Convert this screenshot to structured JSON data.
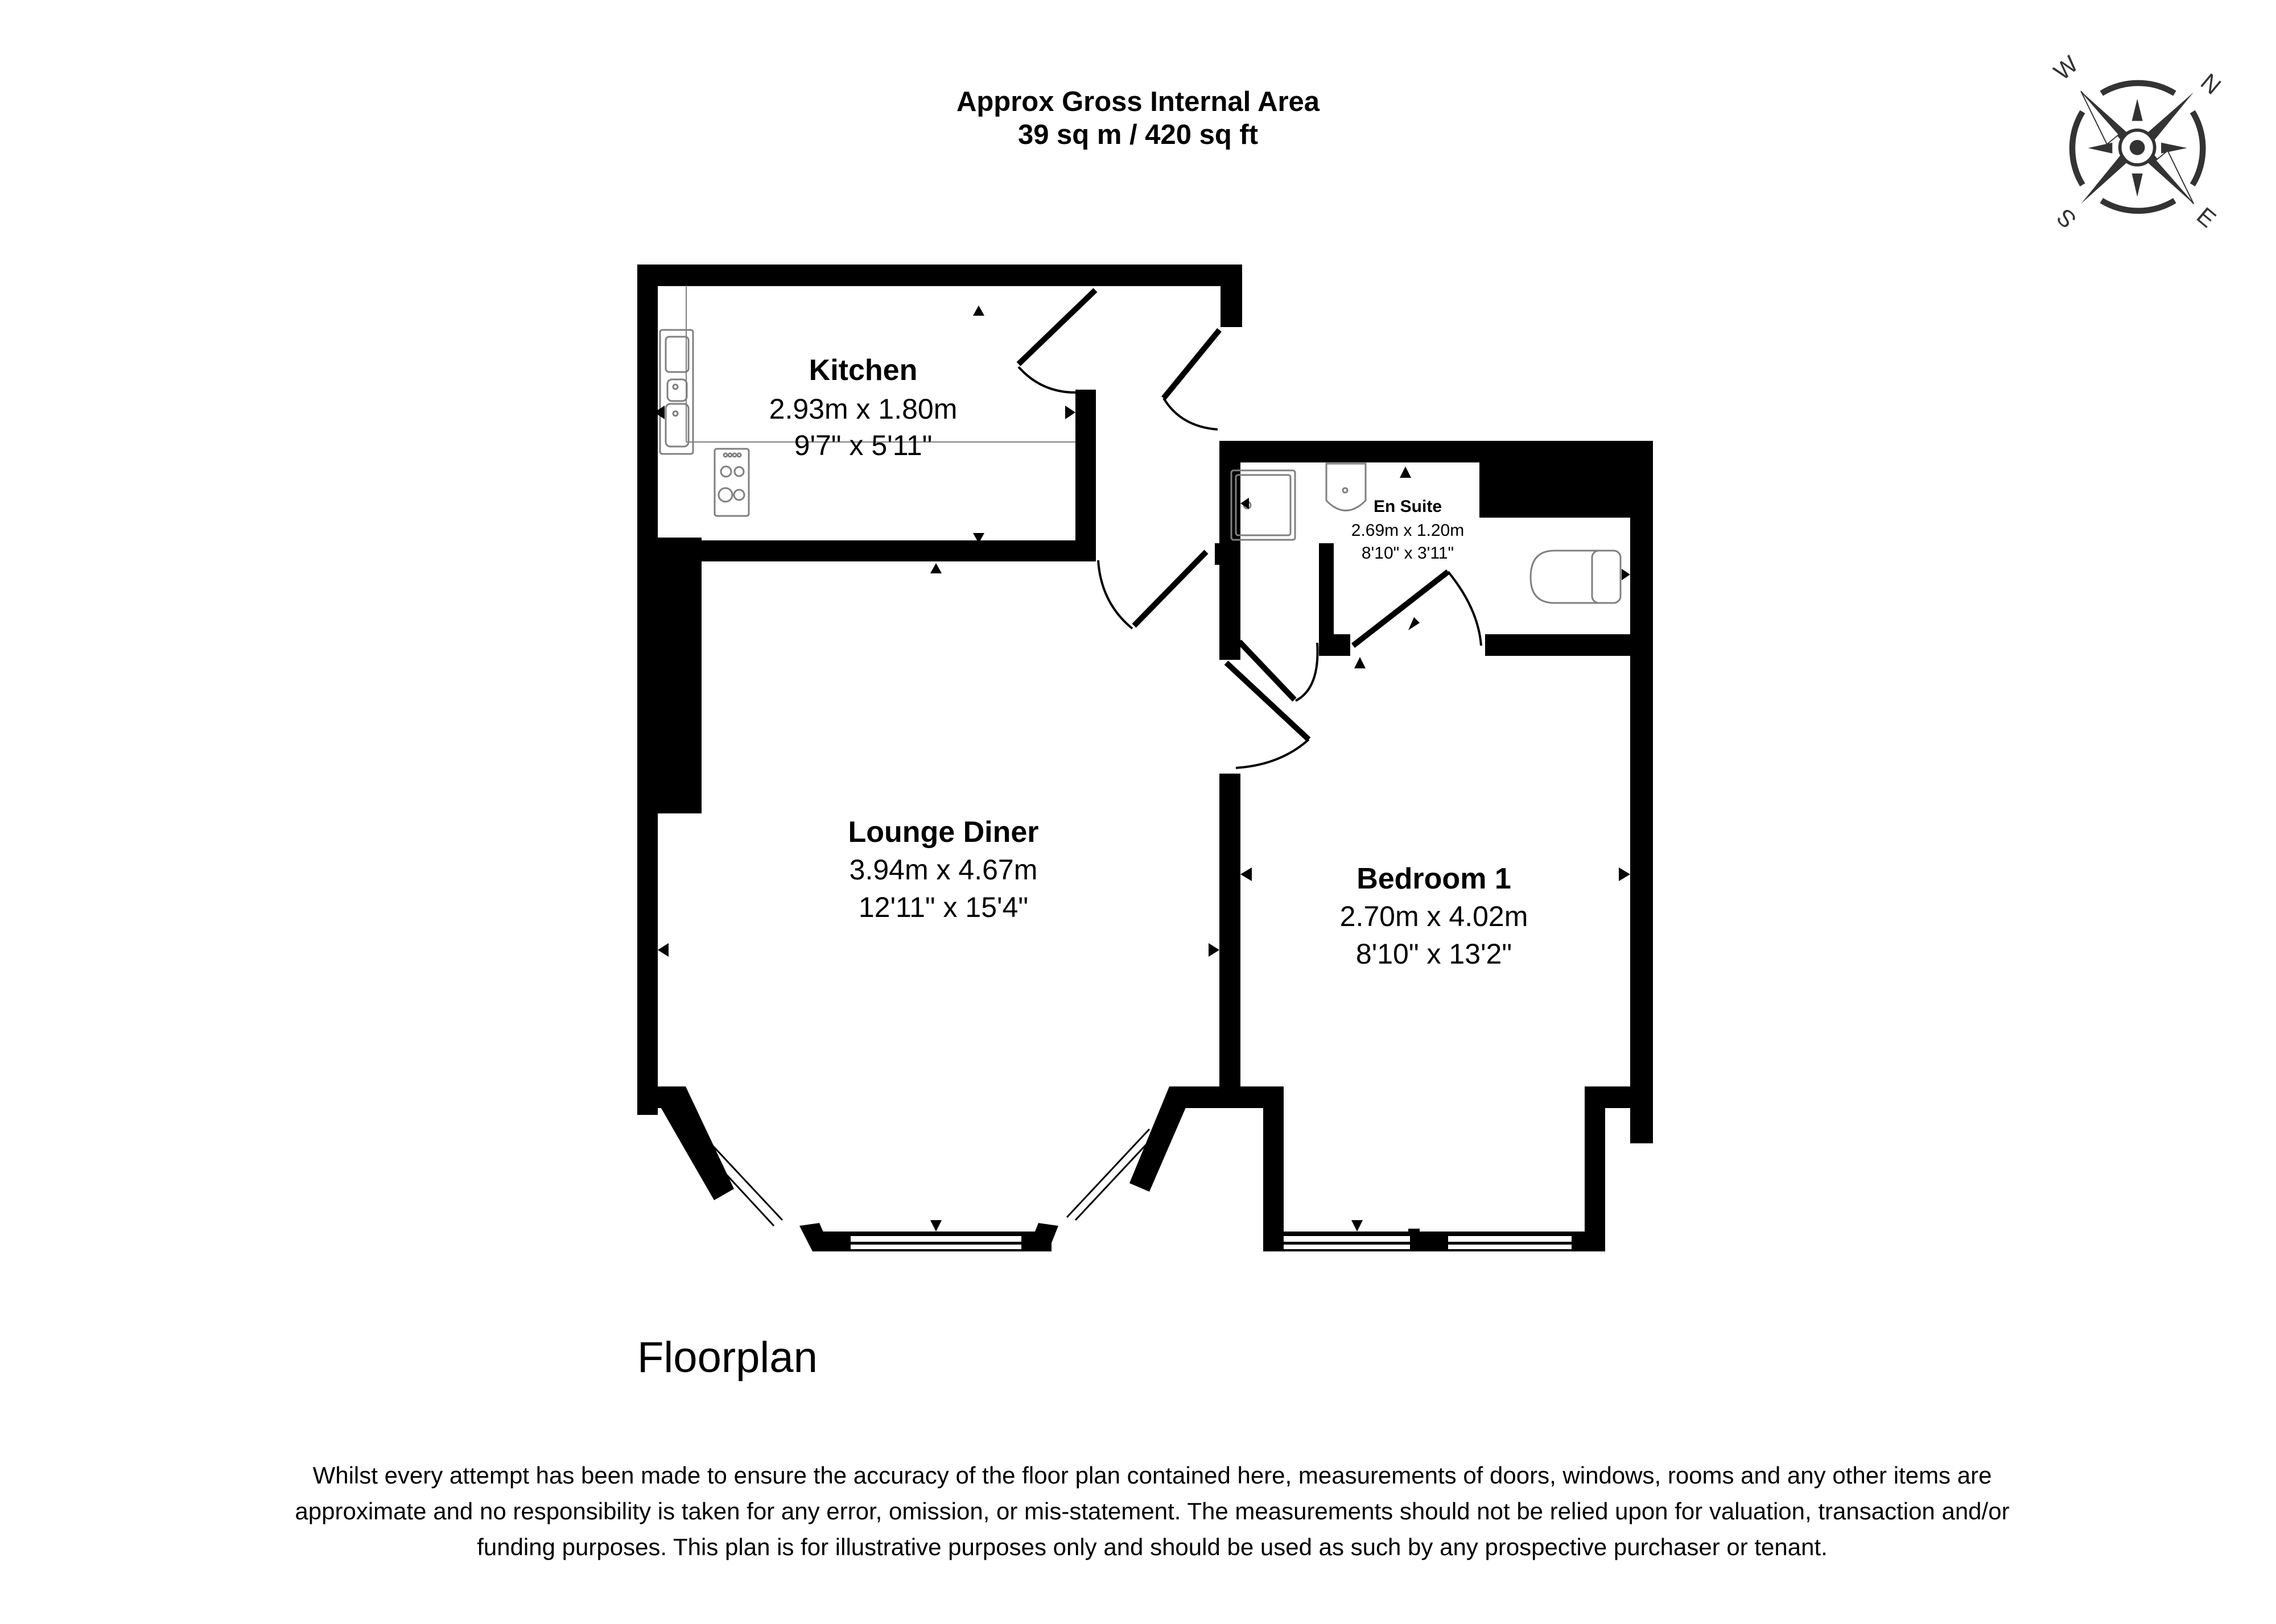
{
  "header": {
    "area_title": "Approx Gross Internal Area",
    "area_value": "39 sq m / 420 sq ft"
  },
  "compass": {
    "icon": "compass-rose-icon",
    "labels": {
      "north": "N",
      "east": "E",
      "south": "S",
      "west": "W"
    },
    "color": "#333333"
  },
  "rooms": {
    "kitchen": {
      "name": "Kitchen",
      "metric": "2.93m x 1.80m",
      "imperial": "9'7\" x 5'11\""
    },
    "en_suite": {
      "name": "En Suite",
      "metric": "2.69m x 1.20m",
      "imperial": "8'10\" x 3'11\""
    },
    "lounge_diner": {
      "name": "Lounge Diner",
      "metric": "3.94m x 4.67m",
      "imperial": "12'11\" x 15'4\""
    },
    "bedroom_1": {
      "name": "Bedroom 1",
      "metric": "2.70m x 4.02m",
      "imperial": "8'10\" x 13'2\""
    }
  },
  "fixtures": [
    "sink-icon",
    "hob-icon",
    "shower-tray-icon",
    "basin-icon",
    "toilet-icon"
  ],
  "colors": {
    "walls": "#000000",
    "fixtures": "#808080",
    "background": "#ffffff"
  },
  "plan_name": "Floorplan",
  "disclaimer": "Whilst every attempt has been made to ensure the accuracy of the floor plan contained here, measurements of doors, windows, rooms and any other items are approximate and no responsibility is taken for any error, omission, or mis-statement. The measurements should not be relied upon for valuation, transaction and/or funding purposes. This plan is for illustrative purposes only and should be used as such by any prospective purchaser or tenant."
}
